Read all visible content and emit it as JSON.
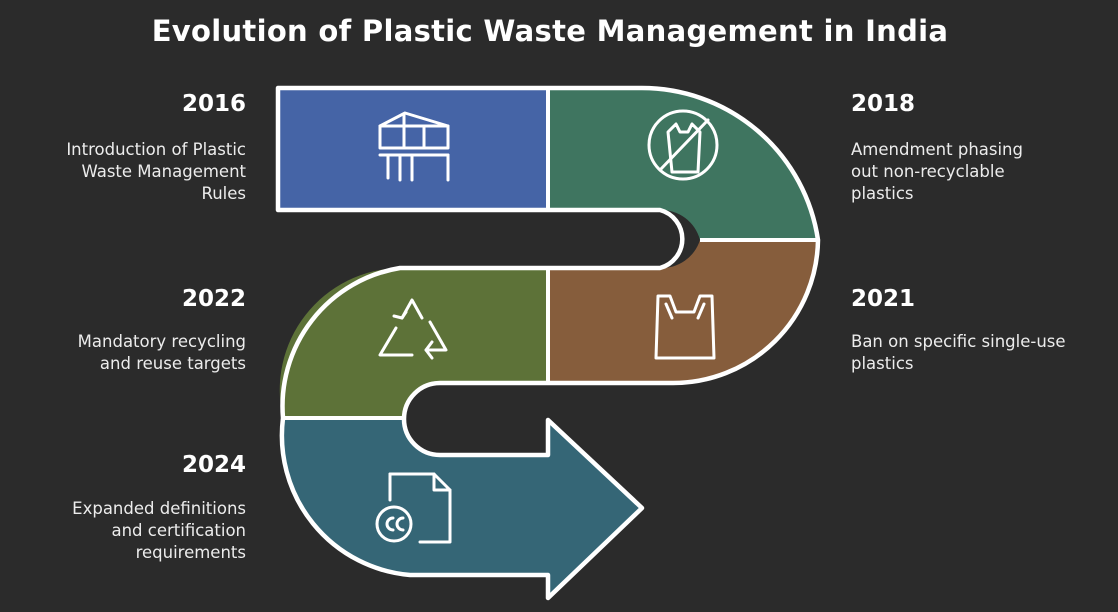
{
  "title": "Evolution of Plastic Waste Management in India",
  "colors": {
    "background": "#2b2b2b",
    "outline": "#ffffff",
    "stage_2016": "#4564a6",
    "stage_2018": "#3f7560",
    "stage_2021": "#865d3c",
    "stage_2022": "#5d7238",
    "stage_2024": "#356676"
  },
  "milestones": [
    {
      "year": "2016",
      "description_lines": [
        "Introduction of Plastic",
        "Waste Management",
        "Rules"
      ],
      "icon": "building-pillars-icon"
    },
    {
      "year": "2018",
      "description_lines": [
        "Amendment phasing",
        "out non-recyclable",
        "plastics"
      ],
      "icon": "no-plastic-bag-icon"
    },
    {
      "year": "2021",
      "description_lines": [
        "Ban on specific single-use",
        "plastics"
      ],
      "icon": "plastic-bag-icon"
    },
    {
      "year": "2022",
      "description_lines": [
        "Mandatory recycling",
        "and reuse targets"
      ],
      "icon": "recycle-icon"
    },
    {
      "year": "2024",
      "description_lines": [
        "Expanded definitions",
        "and certification",
        "requirements"
      ],
      "icon": "certificate-document-icon"
    }
  ]
}
